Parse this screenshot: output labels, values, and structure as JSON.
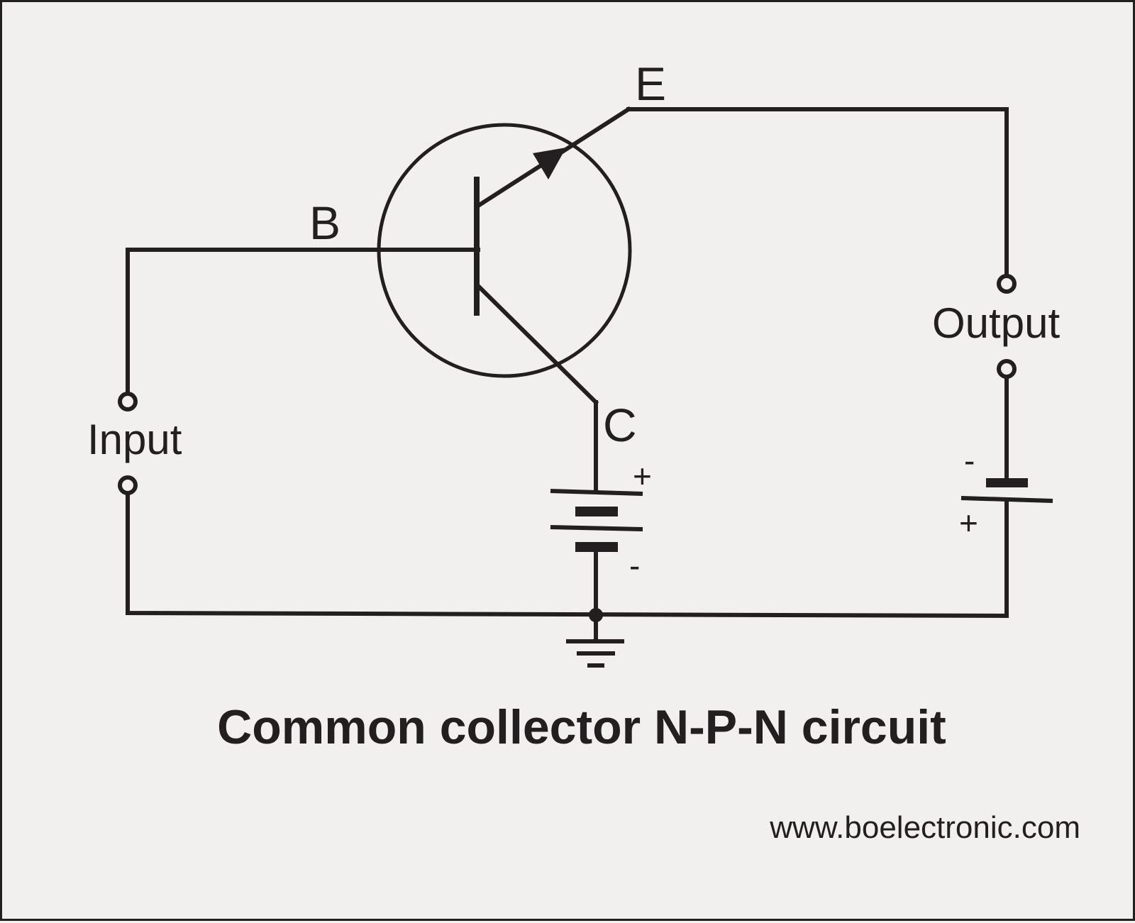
{
  "diagram": {
    "title": "Common collector N-P-N circuit",
    "watermark": "www.boelectronic.com",
    "terminals": {
      "base": "B",
      "emitter": "E",
      "collector": "C"
    },
    "ports": {
      "input": "Input",
      "output": "Output"
    },
    "battery_collector": {
      "plus": "+",
      "minus": "-"
    },
    "battery_output": {
      "plus": "+",
      "minus": "-"
    }
  }
}
